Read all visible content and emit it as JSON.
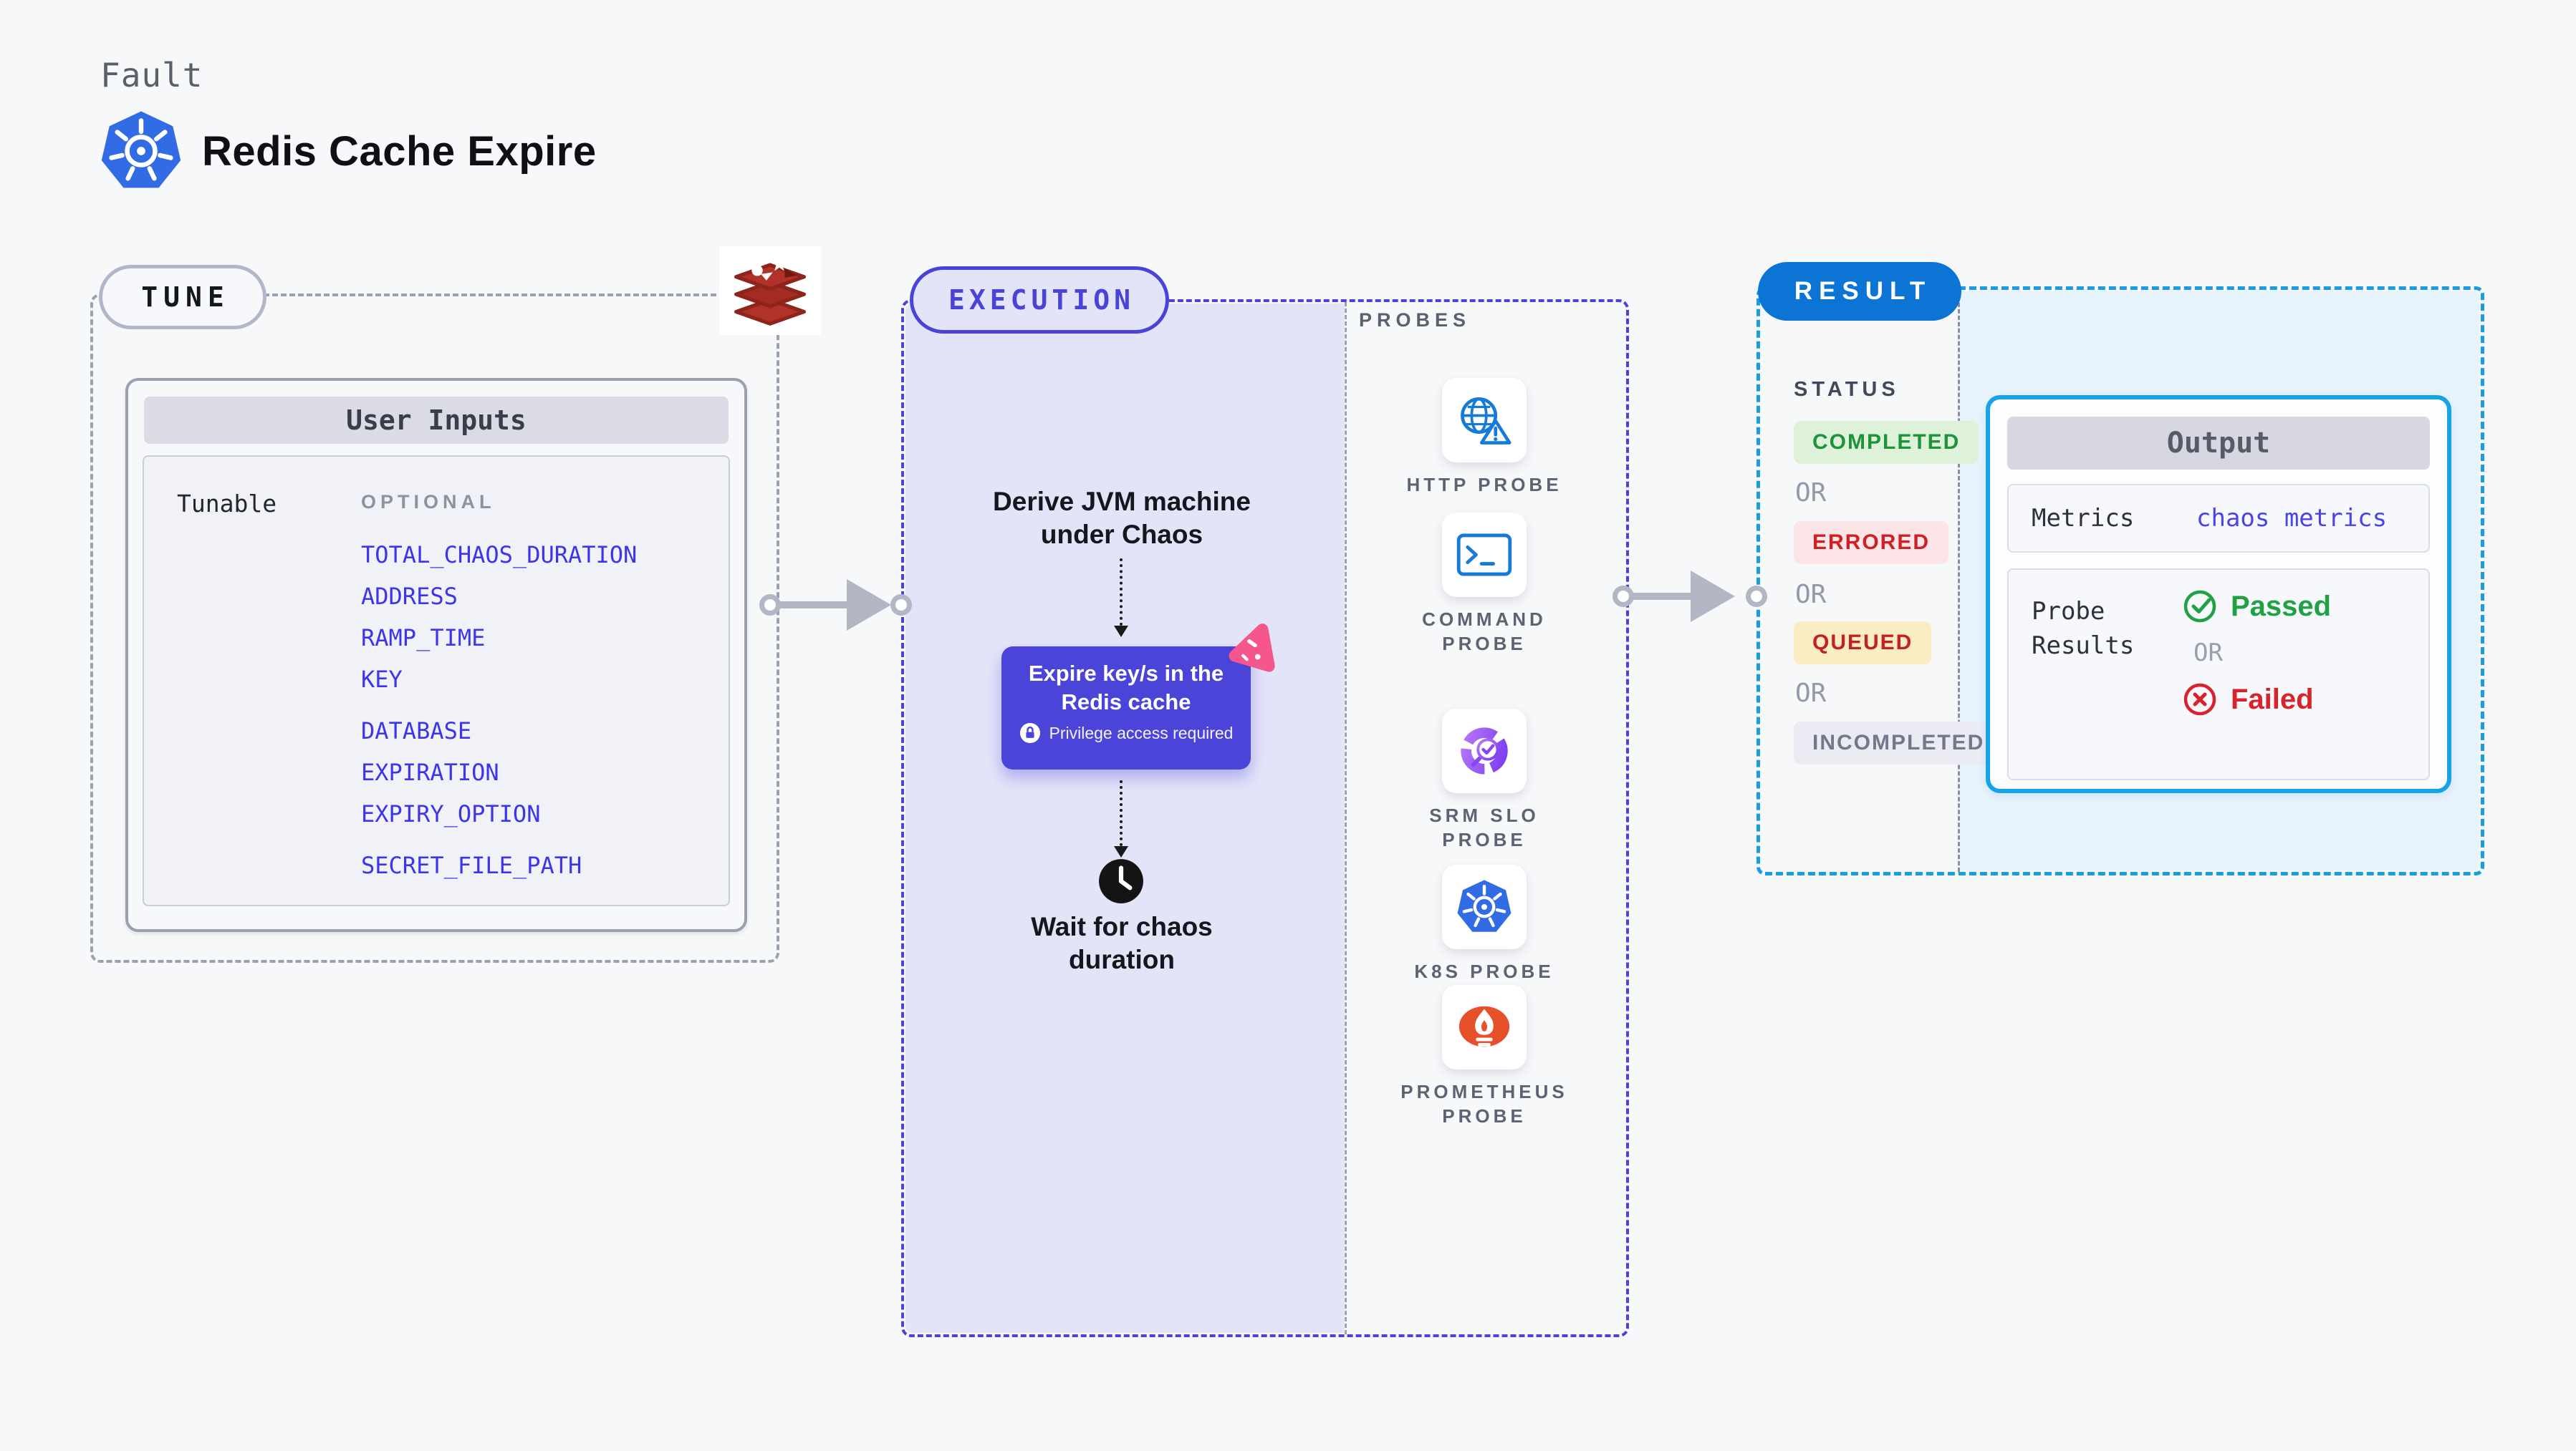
{
  "header": {
    "fault_label": "Fault",
    "title": "Redis Cache Expire"
  },
  "tune": {
    "label": "TUNE",
    "user_inputs": {
      "title": "User Inputs",
      "row_label": "Tunable",
      "group_label": "OPTIONAL",
      "params_group1": [
        "TOTAL_CHAOS_DURATION",
        "ADDRESS",
        "RAMP_TIME",
        "KEY"
      ],
      "params_group2": [
        "DATABASE",
        "EXPIRATION",
        "EXPIRY_OPTION"
      ],
      "params_group3": [
        "SECRET_FILE_PATH"
      ]
    }
  },
  "execution": {
    "label": "EXECUTION",
    "step1": "Derive JVM machine\nunder Chaos",
    "step2": {
      "title": "Expire key/s in the\nRedis cache",
      "badge": "Privilege access required"
    },
    "step3": "Wait for chaos\nduration",
    "probes": {
      "label": "PROBES",
      "items": [
        {
          "label": "HTTP PROBE",
          "icon": "globe-alert-icon"
        },
        {
          "label": "COMMAND\nPROBE",
          "icon": "terminal-icon"
        },
        {
          "label": "SRM SLO\nPROBE",
          "icon": "slo-gauge-icon"
        },
        {
          "label": "K8S PROBE",
          "icon": "kubernetes-icon"
        },
        {
          "label": "PROMETHEUS\nPROBE",
          "icon": "prometheus-flame-icon"
        }
      ]
    }
  },
  "result": {
    "label": "RESULT",
    "status_label": "STATUS",
    "or_label": "OR",
    "statuses": [
      {
        "label": "COMPLETED",
        "color": "#1E9339",
        "bg": "#DEF2DA"
      },
      {
        "label": "ERRORED",
        "color": "#CE2127",
        "bg": "#FBE5E6"
      },
      {
        "label": "QUEUED",
        "color": "#C32129",
        "bg": "#FAEDC4"
      },
      {
        "label": "INCOMPLETED",
        "color": "#75788D",
        "bg": "#EBECF3"
      }
    ],
    "output": {
      "title": "Output",
      "metrics_label": "Metrics",
      "metrics_value": "chaos metrics",
      "probe_results_label": "Probe\nResults",
      "passed_label": "Passed",
      "failed_label": "Failed"
    }
  },
  "colors": {
    "violet_accent": "#4A43D9",
    "cyan_accent": "#1B9CE0",
    "result_pill_blue": "#0B74D4",
    "param_link_blue": "#3D35EA",
    "passed_green": "#20A144",
    "failed_red": "#D8232A",
    "chaos_pink": "#F5578D",
    "lavender_fill": "#E4E4F9",
    "lightblue_fill": "#E7F3FB"
  }
}
